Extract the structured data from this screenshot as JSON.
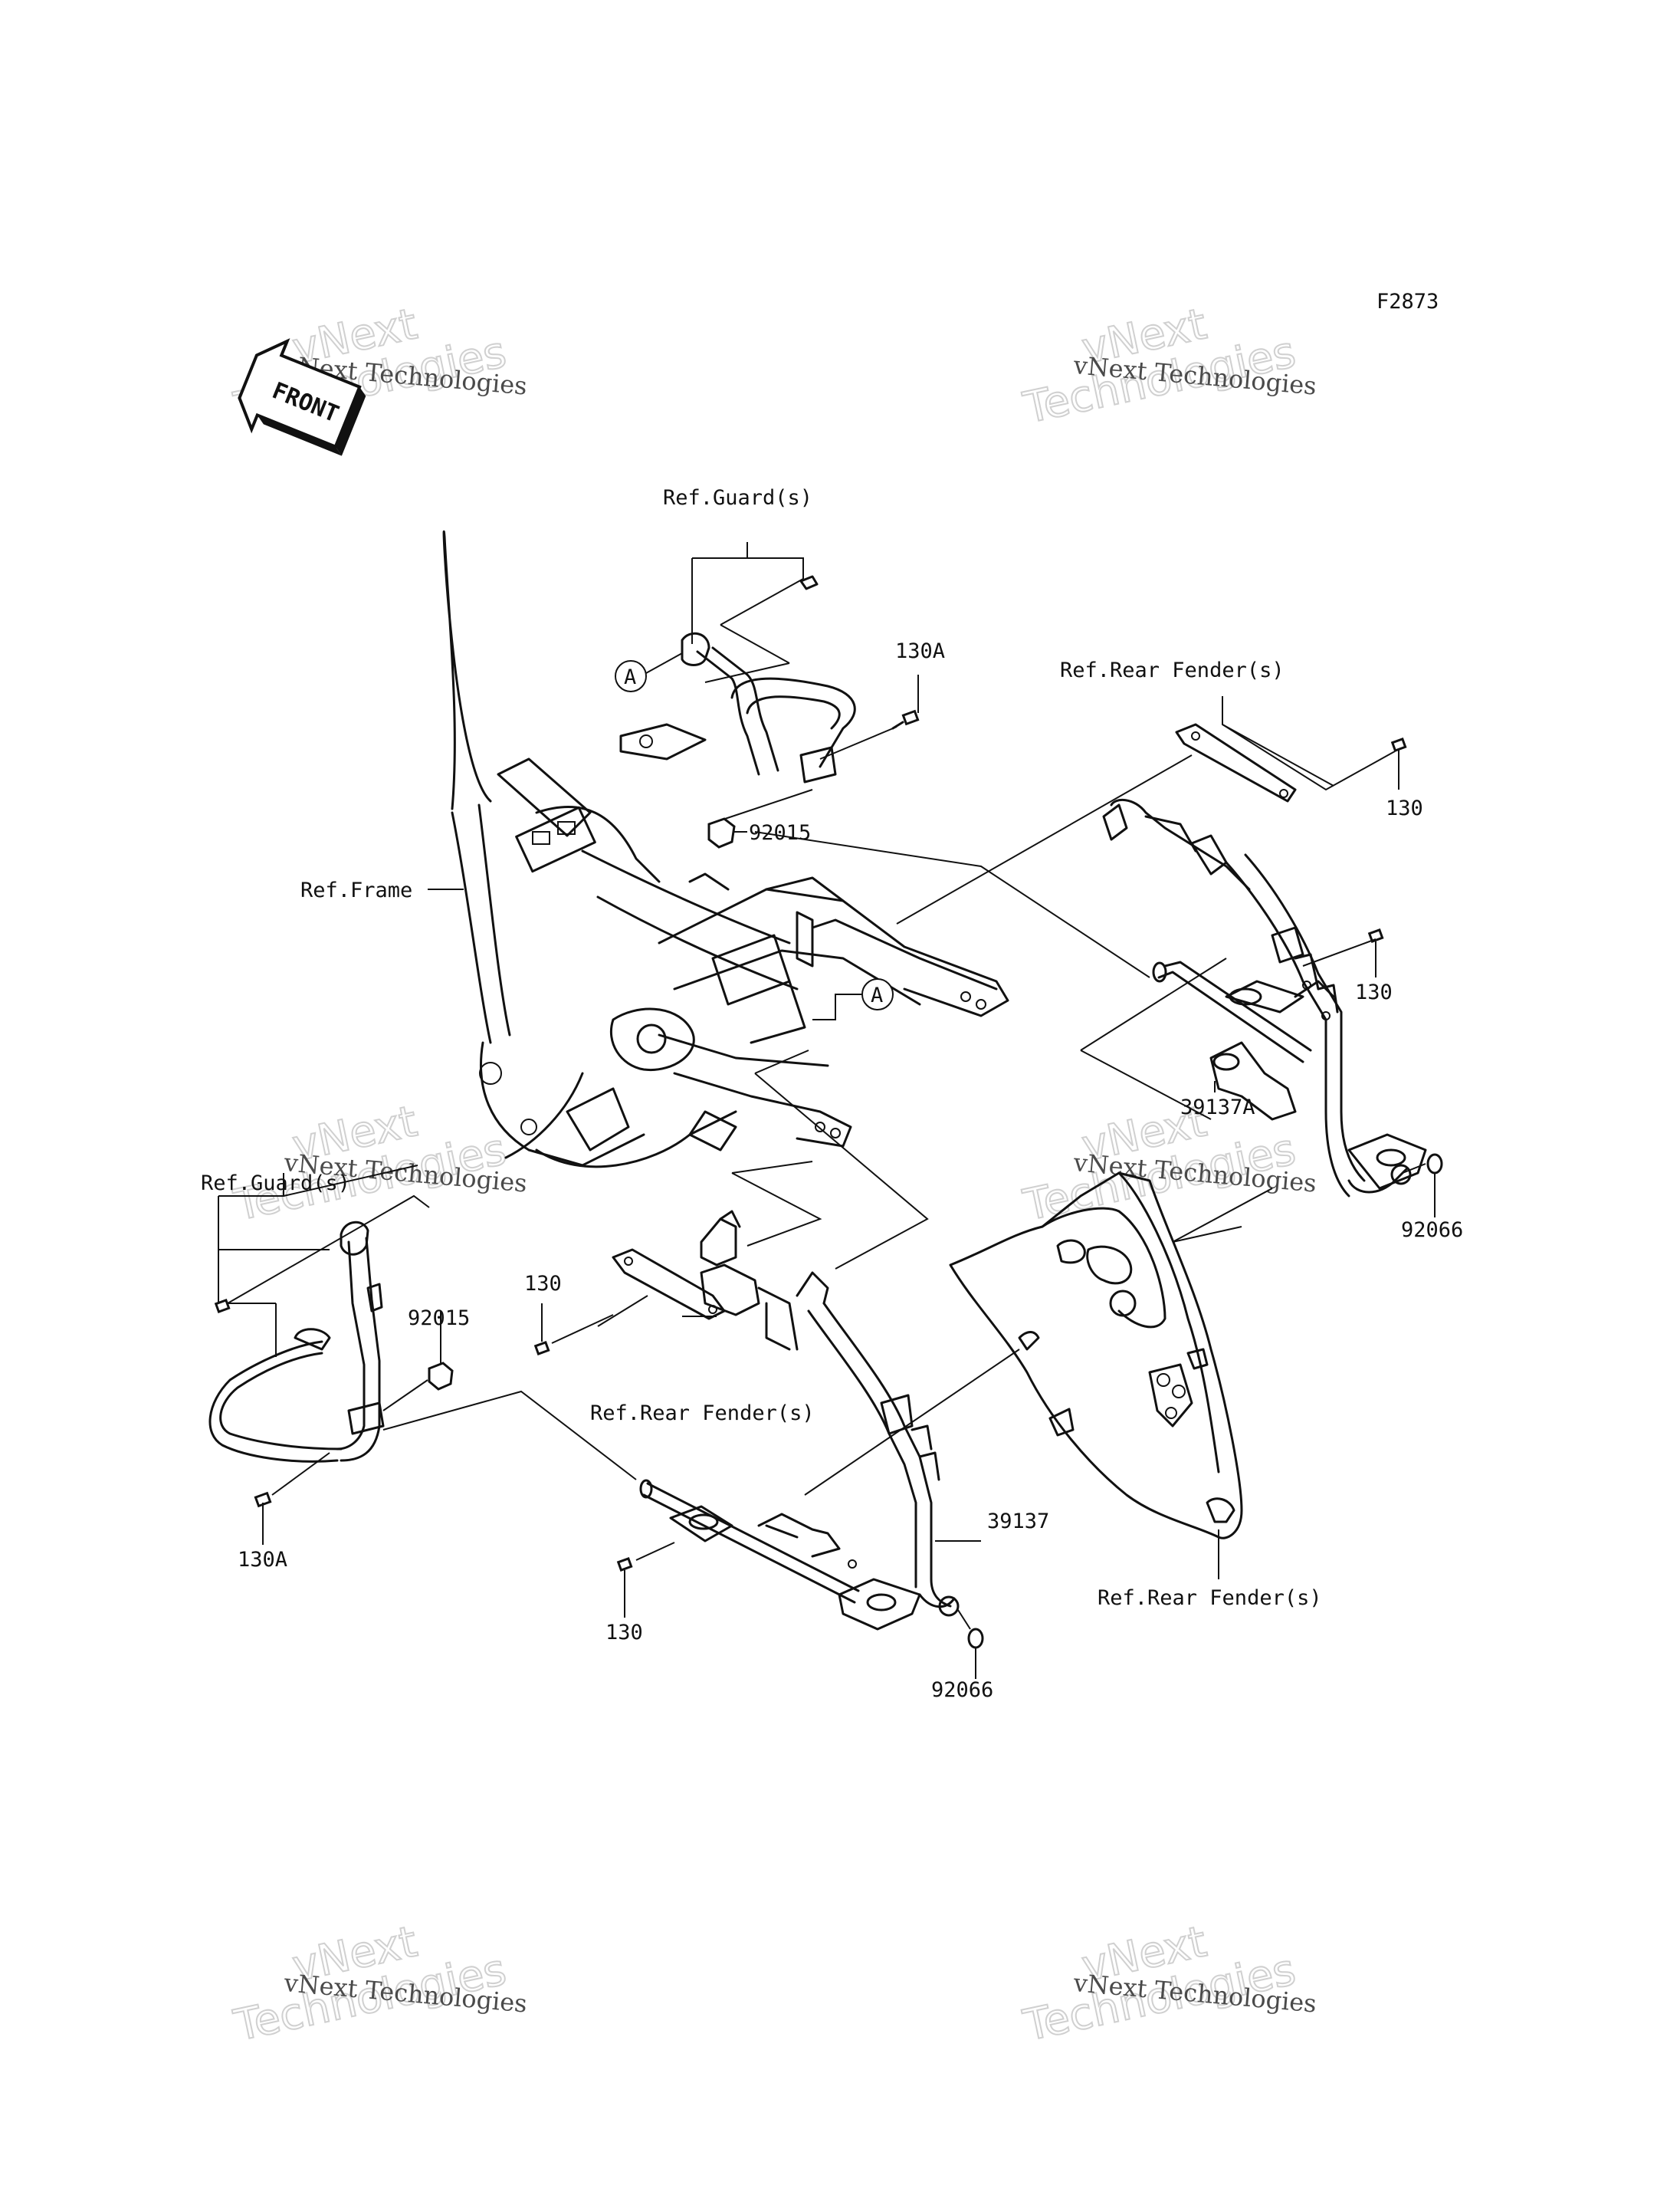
{
  "diagram_code": "F2873",
  "front_arrow_label": "FRONT",
  "watermark": {
    "line1": "vNext Technologies",
    "big_line1": "vNext",
    "big_line2": "Technologies"
  },
  "callouts": {
    "ref_guard_top": "Ref.Guard(s)",
    "ref_guard_left": "Ref.Guard(s)",
    "ref_frame": "Ref.Frame",
    "ref_rear_fender_top": "Ref.Rear Fender(s)",
    "ref_rear_fender_mid": "Ref.Rear Fender(s)",
    "ref_rear_fender_bottom": "Ref.Rear Fender(s)",
    "p130a_top": "130A",
    "p130a_bottom": "130A",
    "p92015_top": "92015",
    "p92015_left": "92015",
    "p130_right_top": "130",
    "p130_right_mid": "130",
    "p130_left": "130",
    "p130_bottom": "130",
    "p39137a": "39137A",
    "p39137": "39137",
    "p92066_right": "92066",
    "p92066_bottom": "92066",
    "marker_a_top": "A",
    "marker_a_mid": "A"
  }
}
